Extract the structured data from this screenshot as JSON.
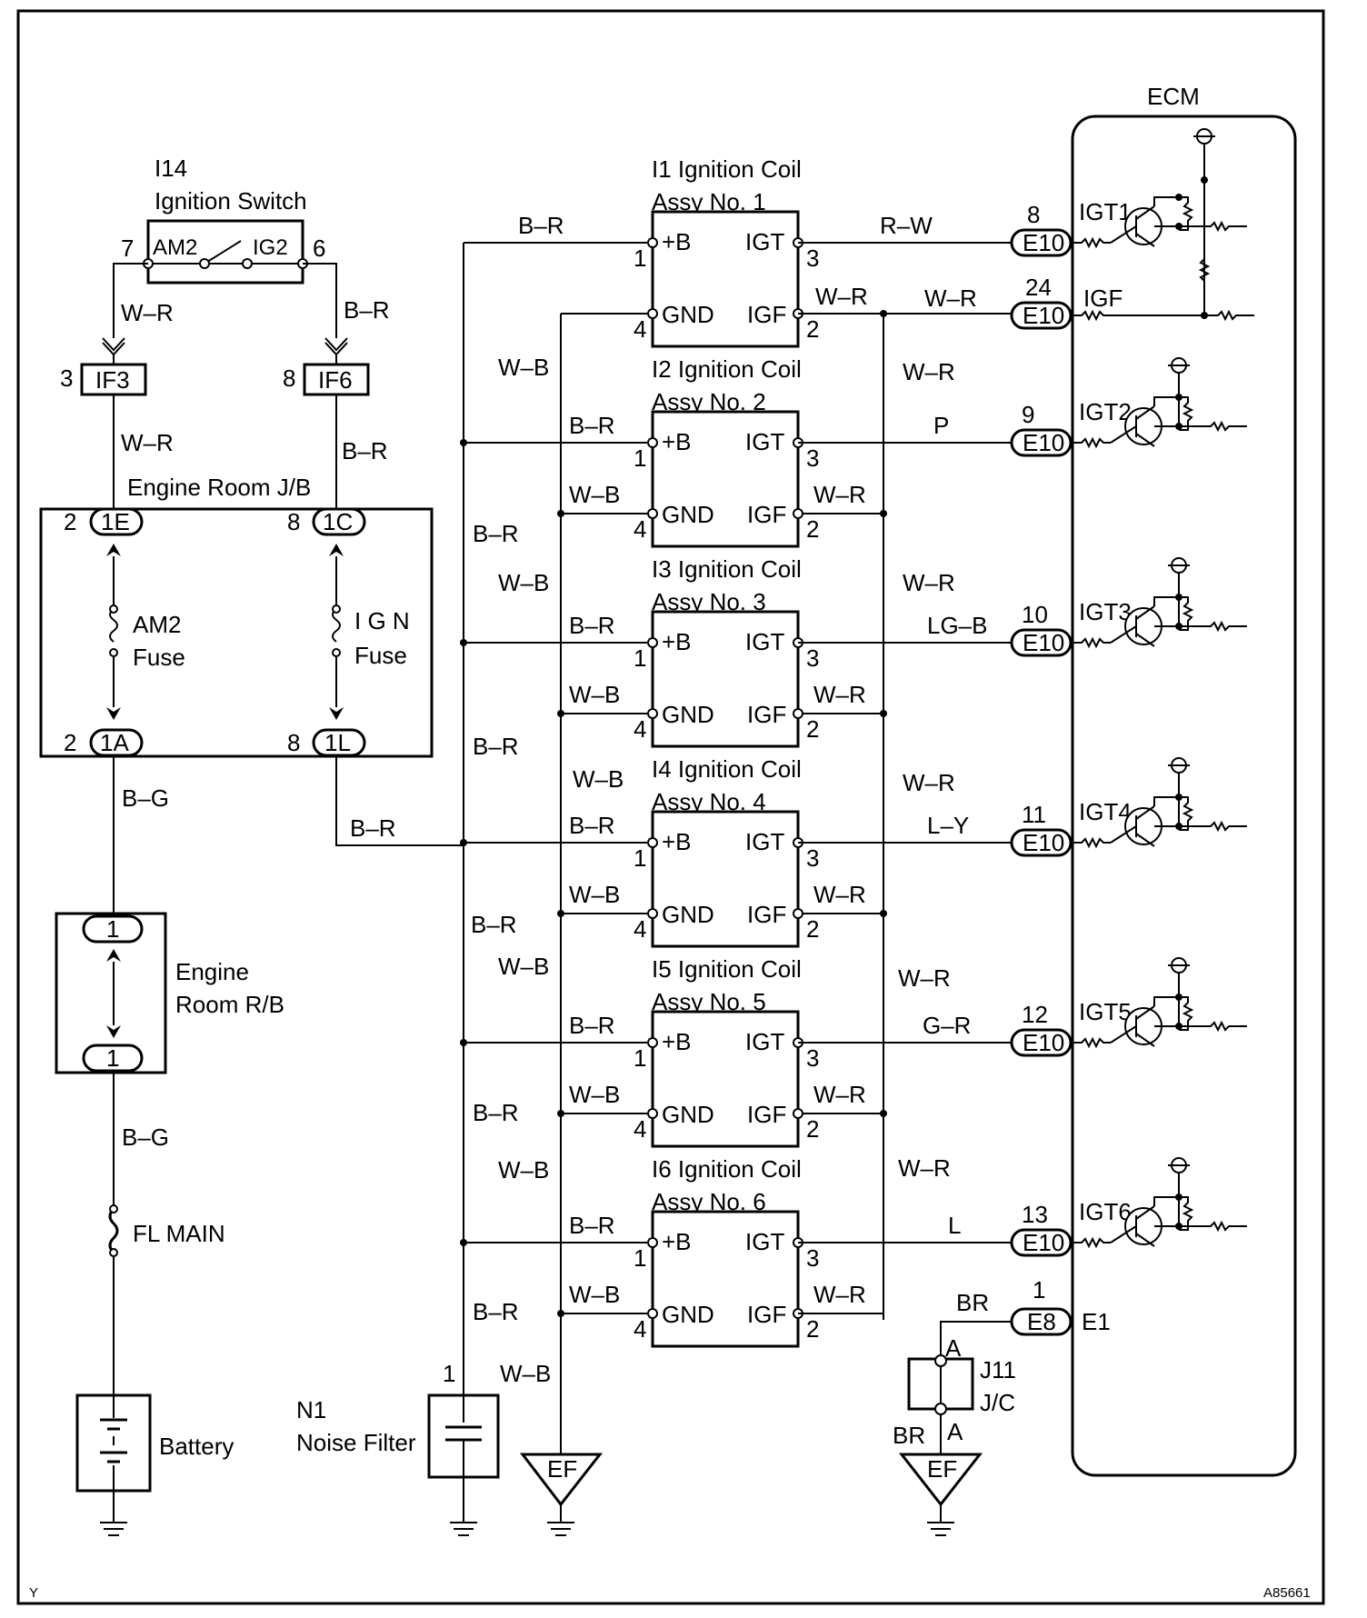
{
  "ids": {
    "corner": "Y",
    "figure": "A85661"
  },
  "switch": {
    "code": "I14",
    "name": "Ignition Switch",
    "pin_left": "7",
    "pin_right": "6",
    "t_left": "AM2",
    "t_right": "IG2"
  },
  "wires": {
    "wr": "W–R",
    "br": "B–R",
    "bg": "B–G",
    "wb": "W–B",
    "rw": "R–W",
    "brn": "BR",
    "p": "P",
    "lgb": "LG–B",
    "ly": "L–Y",
    "gr": "G–R",
    "l": "L"
  },
  "jconn": {
    "if3": "IF3",
    "if3_pin": "3",
    "if6": "IF6",
    "if6_pin": "8"
  },
  "ejb": {
    "title": "Engine Room J/B",
    "c1e": "1E",
    "c1e_pin": "2",
    "c1c": "1C",
    "c1c_pin": "8",
    "c1a": "1A",
    "c1a_pin": "2",
    "c1l": "1L",
    "c1l_pin": "8",
    "am2": "AM2",
    "ign": "I G N",
    "fuse": "Fuse"
  },
  "erb": {
    "title1": "Engine",
    "title2": "Room R/B",
    "pin": "1"
  },
  "flmain": "FL MAIN",
  "battery": "Battery",
  "noise": {
    "code": "N1",
    "name": "Noise Filter",
    "pin": "1"
  },
  "coil": {
    "plusb": "+B",
    "gnd": "GND",
    "igt": "IGT",
    "igf": "IGF",
    "p1": "1",
    "p2": "2",
    "p3": "3",
    "p4": "4"
  },
  "coils": [
    {
      "title": "I1 Ignition Coil",
      "assy": "Assy No. 1"
    },
    {
      "title": "I2 Ignition Coil",
      "assy": "Assy No. 2"
    },
    {
      "title": "I3 Ignition Coil",
      "assy": "Assy No. 3"
    },
    {
      "title": "I4 Ignition Coil",
      "assy": "Assy No. 4"
    },
    {
      "title": "I5 Ignition Coil",
      "assy": "Assy No. 5"
    },
    {
      "title": "I6 Ignition Coil",
      "assy": "Assy No. 6"
    }
  ],
  "ecm": {
    "title": "ECM",
    "conn": "E10",
    "igf": "IGF",
    "igf_pin": "24",
    "igt": [
      {
        "name": "IGT1",
        "pin": "8"
      },
      {
        "name": "IGT2",
        "pin": "9"
      },
      {
        "name": "IGT3",
        "pin": "10"
      },
      {
        "name": "IGT4",
        "pin": "11"
      },
      {
        "name": "IGT5",
        "pin": "12"
      },
      {
        "name": "IGT6",
        "pin": "13"
      }
    ],
    "e8": "E8",
    "e8_pin": "1",
    "e1": "E1"
  },
  "jc": {
    "code": "J11",
    "name": "J/C",
    "a": "A"
  },
  "ground": "EF"
}
